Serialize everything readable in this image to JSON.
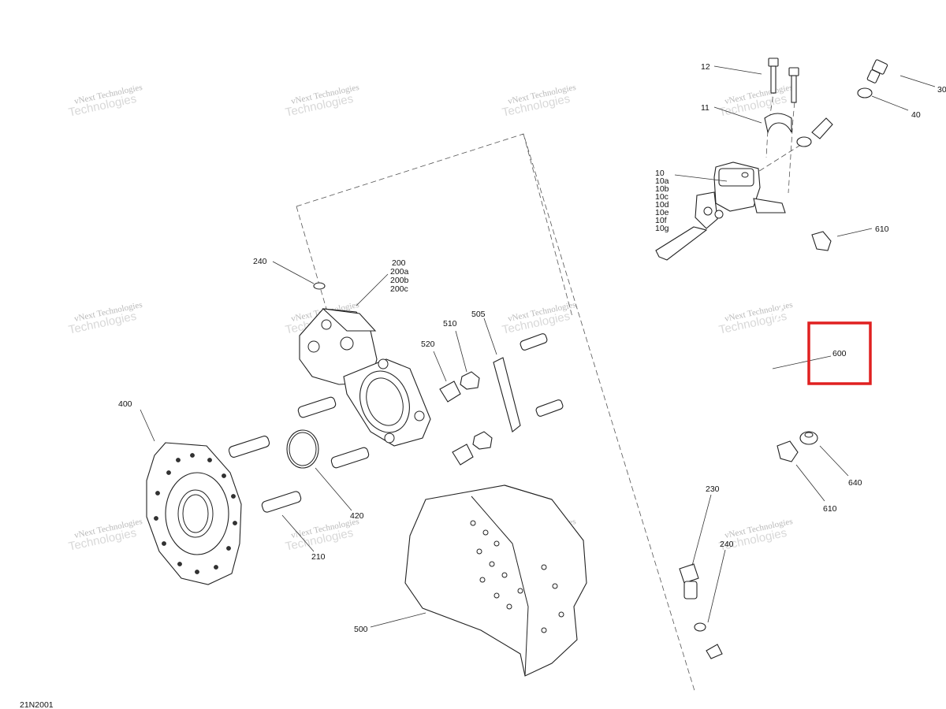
{
  "drawing_code": "21N2001",
  "watermark": {
    "line1": "vNext Technologies",
    "line2": "Technologies"
  },
  "callouts": {
    "c12": "12",
    "c11": "11",
    "c30": "30",
    "c40": "40",
    "c10": [
      "10",
      "10a",
      "10b",
      "10c",
      "10d",
      "10e",
      "10f",
      "10g"
    ],
    "c610a": "610",
    "c600": "600",
    "c640": "640",
    "c610b": "610",
    "c230": "230",
    "c240b": "240",
    "c240a": "240",
    "c200": [
      "200",
      "200a",
      "200b",
      "200c"
    ],
    "c510": "510",
    "c505": "505",
    "c520": "520",
    "c400": "400",
    "c420": "420",
    "c210": "210",
    "c500": "500"
  },
  "highlight": {
    "label": "600",
    "color": "#e02020"
  },
  "colors": {
    "line": "#222222",
    "watermark": "#b9b9b9",
    "highlight": "#e02020"
  }
}
